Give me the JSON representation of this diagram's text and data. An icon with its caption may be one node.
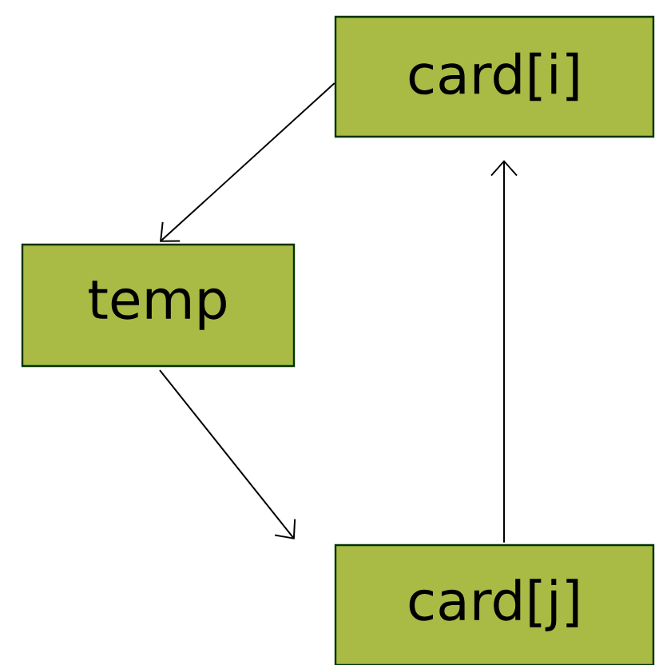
{
  "diagram": {
    "nodes": [
      {
        "text": [
          "card[i]"
        ]
      },
      {
        "text": [
          "temp"
        ]
      },
      {
        "text": [
          "card[j]"
        ]
      }
    ],
    "edges": [
      {
        "from": 0,
        "to": 1,
        "arrow": "to"
      },
      {
        "from": 1,
        "to": 2,
        "arrow": "to"
      },
      {
        "from": 2,
        "to": 0,
        "arrow": "to"
      }
    ]
  }
}
